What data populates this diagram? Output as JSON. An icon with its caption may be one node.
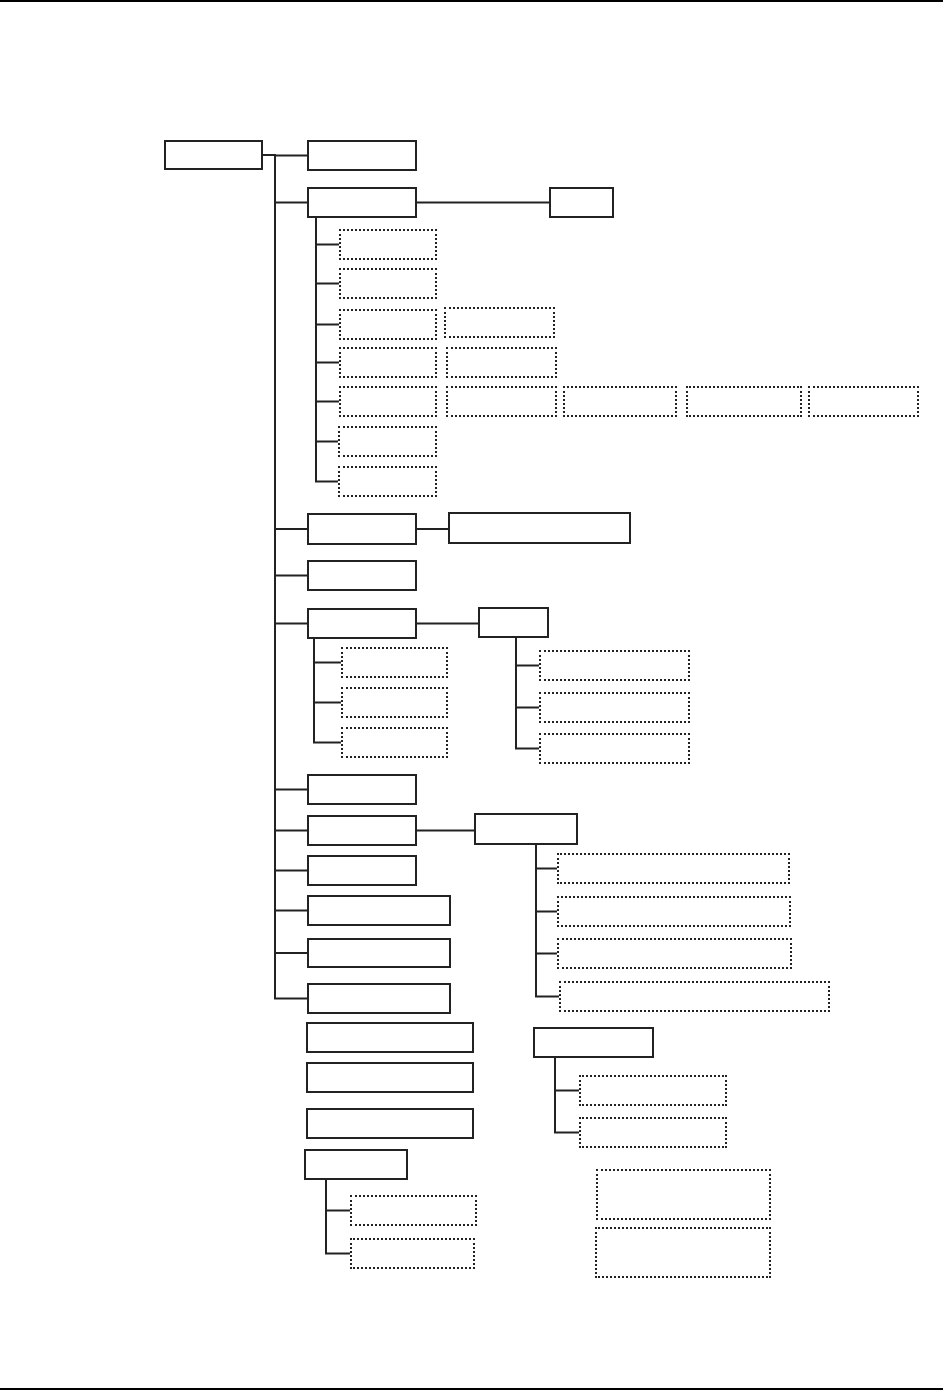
{
  "diagram": {
    "nodes": [
      {
        "text": [],
        "shape": "box"
      },
      {
        "text": [],
        "shape": "box"
      },
      {
        "text": [],
        "shape": "box"
      },
      {
        "text": [],
        "shape": "box"
      },
      {
        "text": [],
        "shape": "box"
      },
      {
        "text": [],
        "shape": "box"
      },
      {
        "text": [],
        "shape": "box"
      },
      {
        "text": [],
        "shape": "box"
      },
      {
        "text": [],
        "shape": "box"
      },
      {
        "text": [],
        "shape": "box"
      },
      {
        "text": [],
        "shape": "box"
      },
      {
        "text": [],
        "shape": "box"
      },
      {
        "text": [],
        "shape": "box"
      },
      {
        "text": [],
        "shape": "box"
      },
      {
        "text": [],
        "shape": "box"
      },
      {
        "text": [],
        "shape": "box"
      },
      {
        "text": [],
        "shape": "box"
      },
      {
        "text": [],
        "shape": "box"
      },
      {
        "text": [],
        "shape": "box"
      },
      {
        "text": [],
        "shape": "box"
      },
      {
        "text": [],
        "shape": "box"
      },
      {
        "text": [],
        "shape": "box"
      },
      {
        "text": [],
        "shape": "box"
      },
      {
        "text": [],
        "shape": "box"
      },
      {
        "text": [],
        "shape": "box"
      },
      {
        "text": [],
        "shape": "box"
      },
      {
        "text": [],
        "shape": "box"
      },
      {
        "text": [],
        "shape": "box"
      },
      {
        "text": [],
        "shape": "box"
      },
      {
        "text": [],
        "shape": "box"
      },
      {
        "text": [],
        "shape": "box"
      },
      {
        "text": [],
        "shape": "box"
      },
      {
        "text": [],
        "shape": "box"
      },
      {
        "text": [],
        "shape": "box"
      },
      {
        "text": [],
        "shape": "box"
      },
      {
        "text": [],
        "shape": "box"
      },
      {
        "text": [],
        "shape": "box"
      },
      {
        "text": [],
        "shape": "box"
      },
      {
        "text": [],
        "shape": "box"
      },
      {
        "text": [],
        "shape": "box"
      },
      {
        "text": [],
        "shape": "box"
      },
      {
        "text": [],
        "shape": "box"
      },
      {
        "text": [],
        "shape": "box"
      },
      {
        "text": [],
        "shape": "box"
      },
      {
        "text": [],
        "shape": "box"
      },
      {
        "text": [],
        "shape": "box"
      },
      {
        "text": [],
        "shape": "box"
      },
      {
        "text": [],
        "shape": "box"
      },
      {
        "text": [],
        "shape": "box"
      },
      {
        "text": [],
        "shape": "box"
      }
    ],
    "edges": [
      {
        "from": 0,
        "to": 1,
        "arrow": "none"
      },
      {
        "from": 0,
        "to": 2,
        "arrow": "none"
      },
      {
        "from": 0,
        "to": 17,
        "arrow": "none"
      },
      {
        "from": 0,
        "to": 19,
        "arrow": "none"
      },
      {
        "from": 0,
        "to": 20,
        "arrow": "none"
      },
      {
        "from": 0,
        "to": 28,
        "arrow": "none"
      },
      {
        "from": 0,
        "to": 29,
        "arrow": "none"
      },
      {
        "from": 0,
        "to": 31,
        "arrow": "none"
      },
      {
        "from": 0,
        "to": 33,
        "arrow": "none"
      },
      {
        "from": 0,
        "to": 35,
        "arrow": "none"
      },
      {
        "from": 0,
        "to": 37,
        "arrow": "none"
      },
      {
        "from": 2,
        "to": 3,
        "arrow": "none"
      },
      {
        "from": 2,
        "to": 4,
        "arrow": "none"
      },
      {
        "from": 2,
        "to": 5,
        "arrow": "none"
      },
      {
        "from": 2,
        "to": 6,
        "arrow": "none"
      },
      {
        "from": 2,
        "to": 8,
        "arrow": "none"
      },
      {
        "from": 2,
        "to": 10,
        "arrow": "none"
      },
      {
        "from": 2,
        "to": 15,
        "arrow": "none"
      },
      {
        "from": 2,
        "to": 16,
        "arrow": "none"
      },
      {
        "from": 17,
        "to": 18,
        "arrow": "none"
      },
      {
        "from": 20,
        "to": 21,
        "arrow": "none"
      },
      {
        "from": 20,
        "to": 22,
        "arrow": "none"
      },
      {
        "from": 20,
        "to": 23,
        "arrow": "none"
      },
      {
        "from": 20,
        "to": 24,
        "arrow": "none"
      },
      {
        "from": 21,
        "to": 25,
        "arrow": "none"
      },
      {
        "from": 21,
        "to": 26,
        "arrow": "none"
      },
      {
        "from": 21,
        "to": 27,
        "arrow": "none"
      },
      {
        "from": 29,
        "to": 30,
        "arrow": "none"
      },
      {
        "from": 30,
        "to": 32,
        "arrow": "none"
      },
      {
        "from": 30,
        "to": 34,
        "arrow": "none"
      },
      {
        "from": 30,
        "to": 36,
        "arrow": "none"
      },
      {
        "from": 30,
        "to": 38,
        "arrow": "none"
      },
      {
        "from": 40,
        "to": 42,
        "arrow": "none"
      },
      {
        "from": 40,
        "to": 44,
        "arrow": "none"
      },
      {
        "from": 45,
        "to": 47,
        "arrow": "none"
      },
      {
        "from": 45,
        "to": 49,
        "arrow": "none"
      }
    ]
  }
}
